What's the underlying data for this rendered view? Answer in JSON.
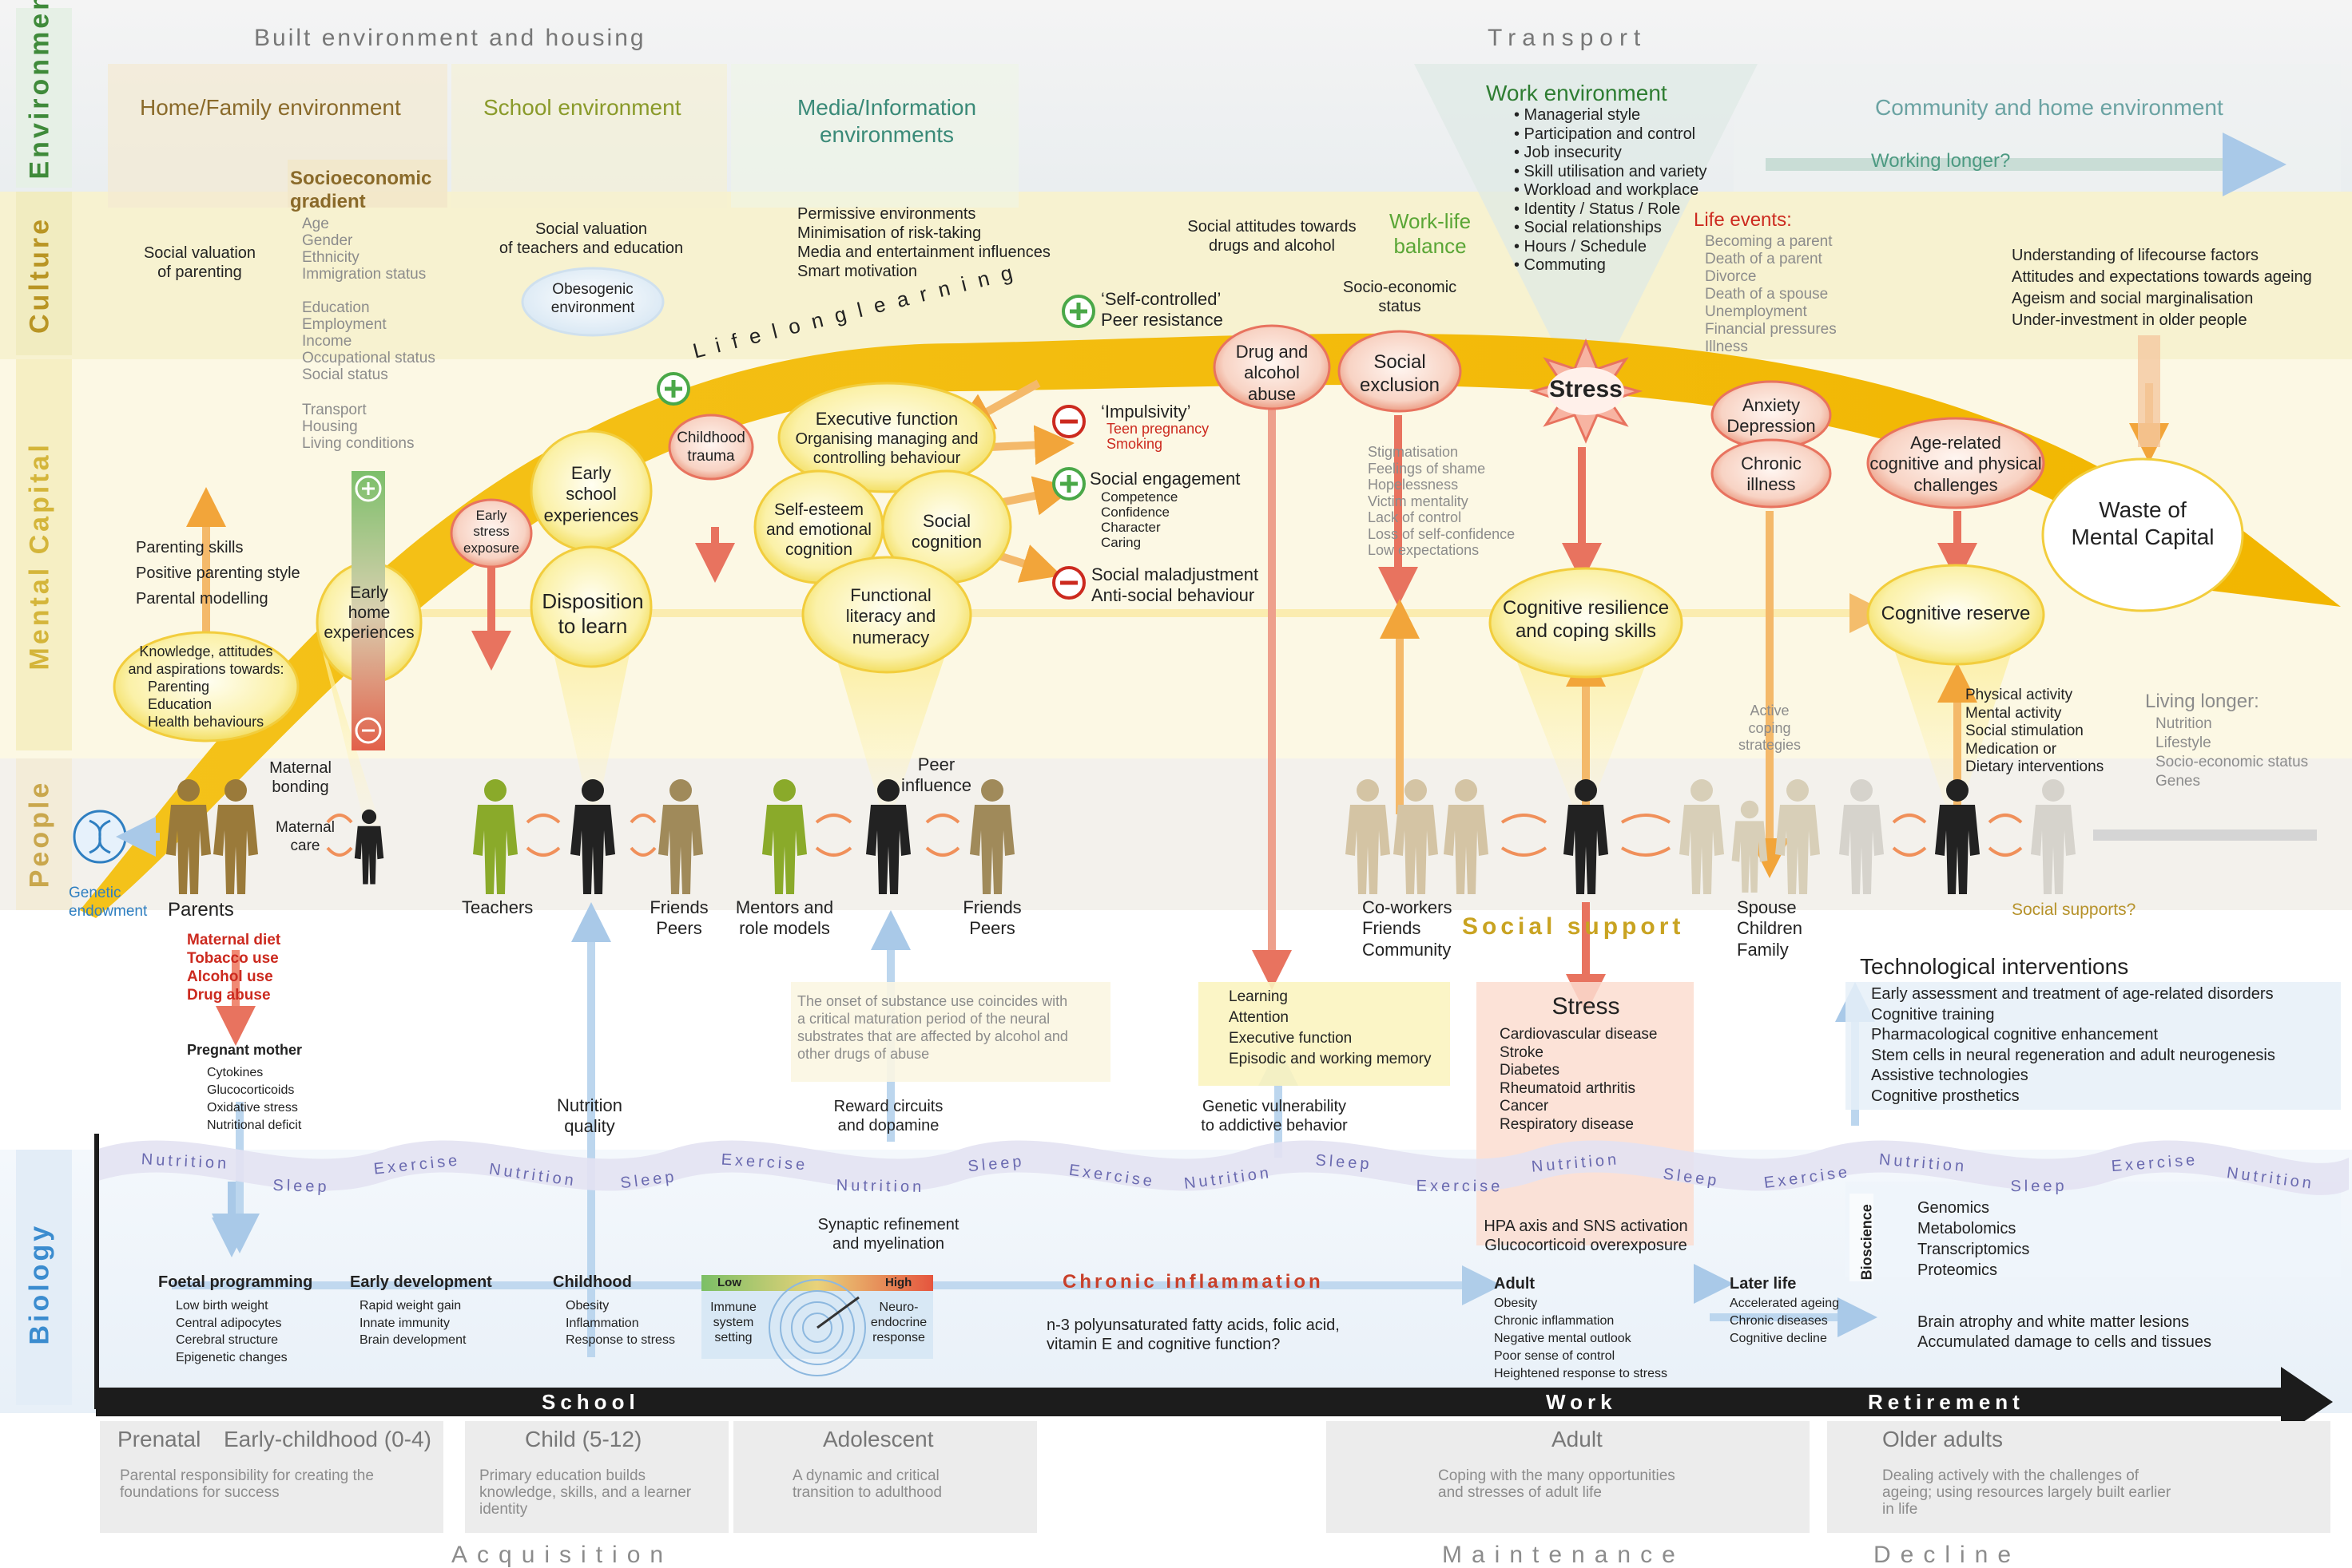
{
  "band_labels": {
    "environments": "Environments",
    "culture": "Culture",
    "mental_capital": "Mental Capital",
    "people": "People",
    "biology": "Biology"
  },
  "environments": {
    "built_env": "Built environment and housing",
    "transport": "Transport",
    "home_family": "Home/Family environment",
    "school_env": "School environment",
    "media_1": "Media/Information",
    "media_2": "environments",
    "work_env": "Work environment",
    "work_items": [
      "Managerial style",
      "Participation and control",
      "Job insecurity",
      "Skill utilisation and variety",
      "Workload and workplace",
      "Identity / Status / Role",
      "Social relationships",
      "Hours / Schedule",
      "Commuting"
    ],
    "community_home": "Community and home environment",
    "working_longer": "Working longer?"
  },
  "culture": {
    "social_valuation_parenting": [
      "Social valuation",
      "of parenting"
    ],
    "socioeconomic_gradient": [
      "Socioeconomic",
      "gradient"
    ],
    "gradient_items_1": [
      "Age",
      "Gender",
      "Ethnicity",
      "Immigration status"
    ],
    "gradient_items_2": [
      "Education",
      "Employment",
      "Income",
      "Occupational status",
      "Social status"
    ],
    "gradient_items_3": [
      "Transport",
      "Housing",
      "Living conditions"
    ],
    "social_valuation_teachers": [
      "Social valuation",
      "of teachers and education"
    ],
    "obesogenic": [
      "Obesogenic",
      "environment"
    ],
    "permissive": [
      "Permissive environments",
      "Minimisation of risk-taking",
      "Media and entertainment influences",
      "Smart motivation"
    ],
    "social_attitudes_drugs": [
      "Social attitudes towards",
      "drugs and alcohol"
    ],
    "work_life_balance": [
      "Work-life",
      "balance"
    ],
    "socioeconomic_status": [
      "Socio-economic",
      "status"
    ],
    "life_events_title": "Life events:",
    "life_events": [
      "Becoming a parent",
      "Death of a parent",
      "Divorce",
      "Death of a spouse",
      "Unemployment",
      "Financial pressures",
      "Illness"
    ],
    "lifecourse": [
      "Understanding of lifecourse factors",
      "Attitudes and expectations towards ageing",
      "Ageism and social marginalisation",
      "Under-investment in older people"
    ]
  },
  "mental_capital": {
    "lifelong_learning": "L i f e l o n g   l e a r n i n g",
    "self_controlled": [
      "‘Self-controlled’",
      "Peer resistance"
    ],
    "impulsivity": "‘Impulsivity’",
    "teen_pregnancy": "Teen pregnancy",
    "smoking": "Smoking",
    "social_engagement": "Social engagement",
    "engagement_items": [
      "Competence",
      "Confidence",
      "Character",
      "Caring"
    ],
    "maladjustment": [
      "Social maladjustment",
      "Anti-social behaviour"
    ],
    "drug_alcohol": [
      "Drug and",
      "alcohol",
      "abuse"
    ],
    "social_exclusion": [
      "Social",
      "exclusion"
    ],
    "stress": "Stress",
    "anxiety": [
      "Anxiety",
      "Depression"
    ],
    "chronic_illness": [
      "Chronic",
      "illness"
    ],
    "age_related": [
      "Age-related",
      "cognitive and physical",
      "challenges"
    ],
    "waste": [
      "Waste of",
      "Mental Capital"
    ],
    "parenting_skills": [
      "Parenting skills",
      "Positive parenting style",
      "Parental modelling"
    ],
    "knowledge": [
      "Knowledge, attitudes",
      "and aspirations towards:"
    ],
    "knowledge_items": [
      "Parenting",
      "Education",
      "Health behaviours"
    ],
    "early_home": [
      "Early",
      "home",
      "experiences"
    ],
    "early_stress": [
      "Early",
      "stress",
      "exposure"
    ],
    "early_school": [
      "Early",
      "school",
      "experiences"
    ],
    "childhood_trauma": [
      "Childhood",
      "trauma"
    ],
    "disposition": [
      "Disposition",
      "to learn"
    ],
    "executive": [
      "Executive function",
      "Organising managing and",
      "controlling behaviour"
    ],
    "self_esteem": [
      "Self-esteem",
      "and emotional",
      "cognition"
    ],
    "social_cognition": [
      "Social",
      "cognition"
    ],
    "functional_literacy": [
      "Functional",
      "literacy and",
      "numeracy"
    ],
    "stigmatisation": [
      "Stigmatisation",
      "Feelings of shame",
      "Hopelessness",
      "Victim mentality",
      "Lack of control",
      "Loss of self-confidence",
      "Low expectations"
    ],
    "cognitive_resilience": [
      "Cognitive resilience",
      "and coping skills"
    ],
    "cognitive_reserve": "Cognitive reserve",
    "active_coping": [
      "Active",
      "coping",
      "strategies"
    ],
    "physical_activity": [
      "Physical activity",
      "Mental activity",
      "Social stimulation",
      "Medication or",
      "Dietary interventions"
    ],
    "living_longer": "Living longer:",
    "living_longer_items": [
      "Nutrition",
      "Lifestyle",
      "Socio-economic status",
      "Genes"
    ]
  },
  "people": {
    "maternal_bonding": [
      "Maternal",
      "bonding"
    ],
    "maternal_care": [
      "Maternal",
      "care"
    ],
    "genetic_endowment": [
      "Genetic",
      "endowment"
    ],
    "parents": "Parents",
    "teachers": "Teachers",
    "friends_peers_1": [
      "Friends",
      "Peers"
    ],
    "mentors": [
      "Mentors and",
      "role models"
    ],
    "peer_influence": [
      "Peer",
      "influence"
    ],
    "friends_peers_2": [
      "Friends",
      "Peers"
    ],
    "coworkers": [
      "Co-workers",
      "Friends",
      "Community"
    ],
    "social_support": "Social support",
    "spouse": [
      "Spouse",
      "Children",
      "Family"
    ],
    "social_supports_q": "Social supports?"
  },
  "lower": {
    "maternal_risks": [
      "Maternal diet",
      "Tobacco use",
      "Alcohol use",
      "Drug abuse"
    ],
    "pregnant_mother": "Pregnant mother",
    "pregnant_items": [
      "Cytokines",
      "Glucocorticoids",
      "Oxidative stress",
      "Nutritional deficit"
    ],
    "onset_text": [
      "The onset of substance use coincides with",
      "a critical maturation period of the neural",
      "substrates that are affected by alcohol and",
      "other drugs of abuse"
    ],
    "learning_box": [
      "Learning",
      "Attention",
      "Executive function",
      "Episodic and working memory"
    ],
    "stress_box_title": "Stress",
    "stress_box_items": [
      "Cardiovascular disease",
      "Stroke",
      "Diabetes",
      "Rheumatoid arthritis",
      "Cancer",
      "Respiratory disease"
    ],
    "tech_title": "Technological interventions",
    "tech_items": [
      "Early assessment and treatment of age-related disorders",
      "Cognitive training",
      "Pharmacological cognitive enhancement",
      "Stem cells in neural regeneration and adult neurogenesis",
      "Assistive technologies",
      "Cognitive prosthetics"
    ],
    "nutrition_quality": [
      "Nutrition",
      "quality"
    ],
    "reward_circuits": [
      "Reward circuits",
      "and dopamine"
    ],
    "genetic_vulnerability": [
      "Genetic vulnerability",
      "to addictive behavior"
    ]
  },
  "biology": {
    "wave_words": [
      "Nutrition",
      "Sleep",
      "Exercise",
      "Nutrition",
      "Sleep",
      "Exercise",
      "Nutrition",
      "Sleep",
      "Exercise",
      "Nutrition",
      "Sleep",
      "Exercise",
      "Nutrition",
      "Sleep",
      "Exercise",
      "Nutrition",
      "Sleep",
      "Exercise",
      "Nutrition"
    ],
    "synaptic": [
      "Synaptic refinement",
      "and myelination"
    ],
    "hpa": [
      "HPA axis and SNS  activation",
      "Glucocorticoid overexposure"
    ],
    "bioscience": "Bioscience",
    "omics": [
      "Genomics",
      "Metabolomics",
      "Transcriptomics",
      "Proteomics"
    ],
    "foetal_title": "Foetal programming",
    "foetal_items": [
      "Low birth weight",
      "Central adipocytes",
      "Cerebral structure",
      "Epigenetic changes"
    ],
    "early_dev_title": "Early development",
    "early_dev_items": [
      "Rapid weight gain",
      "Innate immunity",
      "Brain development"
    ],
    "childhood_title": "Childhood",
    "childhood_items": [
      "Obesity",
      "Inflammation",
      "Response to stress"
    ],
    "low": "Low",
    "high": "High",
    "immune": [
      "Immune",
      "system",
      "setting"
    ],
    "neuro": [
      "Neuro-",
      "endocrine",
      "response"
    ],
    "chronic_inflammation": "Chronic inflammation",
    "n3": [
      "n-3 polyunsaturated fatty acids, folic acid,",
      "vitamin E and cognitive function?"
    ],
    "adult_title": "Adult",
    "adult_items": [
      "Obesity",
      "Chronic inflammation",
      "Negative mental outlook",
      "Poor sense of control",
      "Heightened response to stress"
    ],
    "later_title": "Later life",
    "later_items": [
      "Accelerated ageing",
      "Chronic diseases",
      "Cognitive decline"
    ],
    "brain_atrophy": [
      "Brain atrophy and white matter lesions",
      "Accumulated damage to cells and tissues"
    ]
  },
  "timeline": {
    "school": "School",
    "work": "Work",
    "retirement": "Retirement",
    "prenatal": "Prenatal",
    "early_childhood": "Early-childhood (0-4)",
    "child": "Child (5-12)",
    "adolescent": "Adolescent",
    "adult": "Adult",
    "older": "Older adults",
    "desc_prenatal": [
      "Parental responsibility for creating the",
      "foundations for success"
    ],
    "desc_child": [
      "Primary education builds",
      "knowledge, skills, and a learner",
      "identity"
    ],
    "desc_adolescent": [
      "A dynamic and critical",
      "transition to adulthood"
    ],
    "desc_adult": [
      "Coping with the many opportunities",
      "and stresses of adult life"
    ],
    "desc_older": [
      "Dealing actively with the challenges of",
      "ageing; using resources largely built earlier",
      "in life"
    ],
    "acquisition": "Acquisition",
    "maintenance": "Maintenance",
    "decline": "Decline"
  },
  "colors": {
    "culture_band": "#f7f0c8",
    "mental_band": "#fbf6d8",
    "gold_arc": "#f2c200",
    "orange_arrow": "#f4a63a",
    "red_arrow": "#e8735f",
    "blue_arrow": "#a9c9e8",
    "dark_bar": "#1c1c1c"
  }
}
